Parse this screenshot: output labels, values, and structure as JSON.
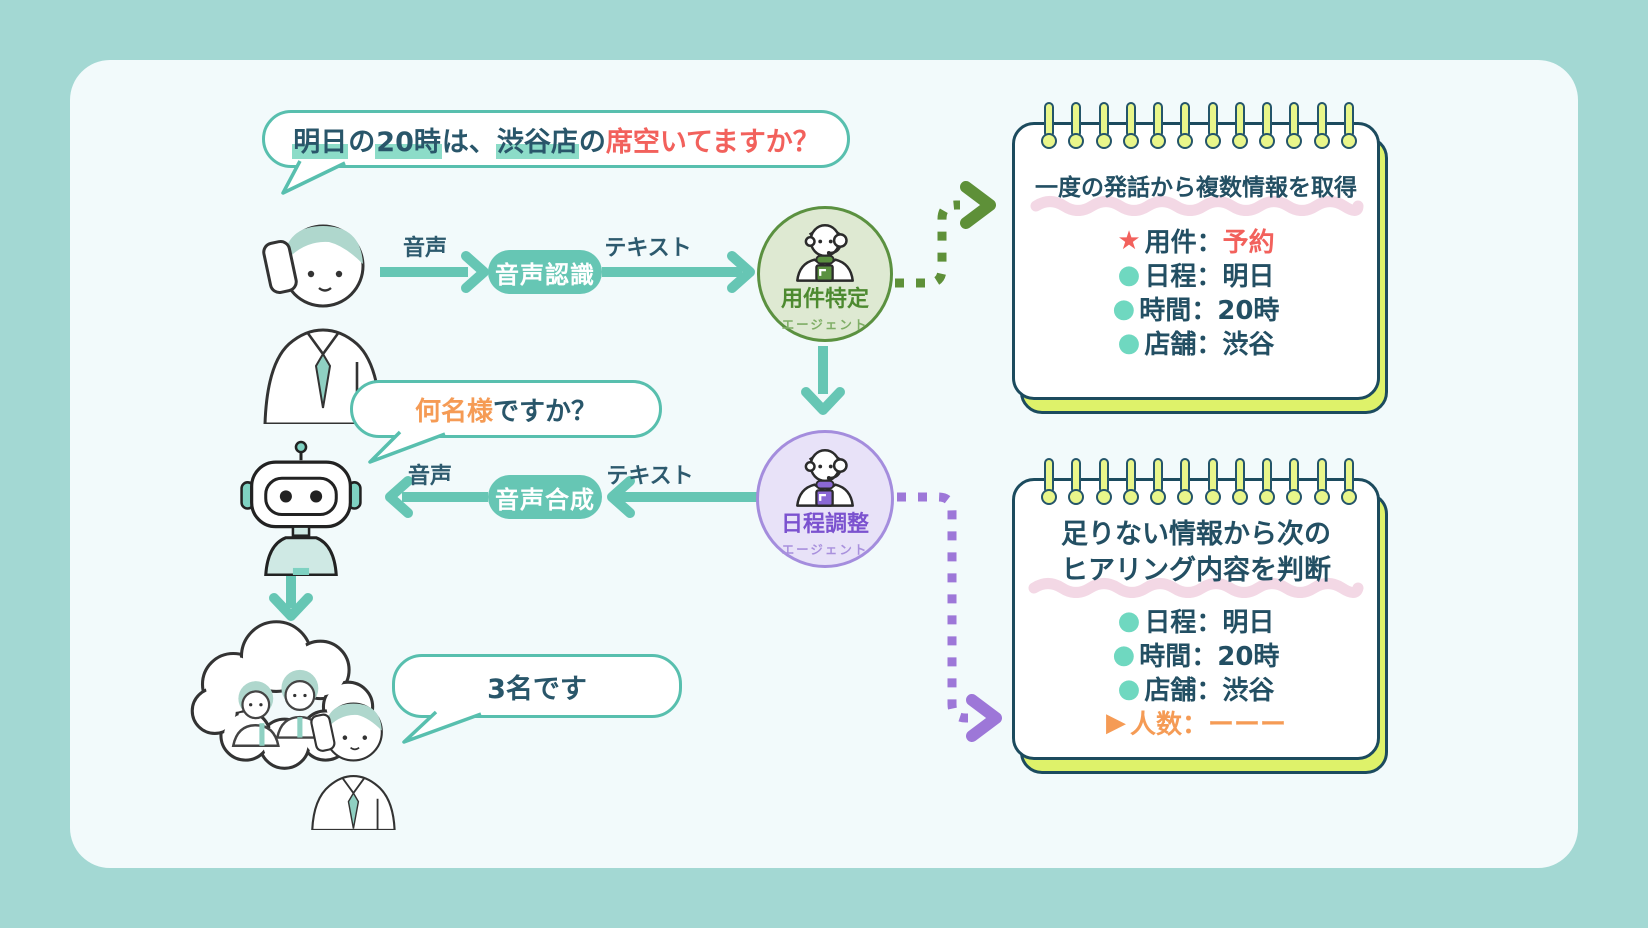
{
  "caller_bubble": {
    "part1": "明日",
    "part2": "の",
    "part3": "20時",
    "part4": "は、",
    "part5": "渋谷店",
    "part6": "の",
    "part7": "席空いてますか？"
  },
  "top_flow": {
    "input_label": "音声",
    "asr_pill": "音声認識",
    "output_label": "テキスト"
  },
  "intent_agent": {
    "name": "用件特定",
    "role": "エージェント"
  },
  "notepad1": {
    "title": "一度の発話から複数情報を取得",
    "items": [
      {
        "marker": "★",
        "label": "用件：",
        "value": "予約"
      },
      {
        "marker": "●",
        "label": "日程：",
        "value": "明日"
      },
      {
        "marker": "●",
        "label": "時間：",
        "value": "20時"
      },
      {
        "marker": "●",
        "label": "店舗：",
        "value": "渋谷"
      }
    ]
  },
  "schedule_agent": {
    "name": "日程調整",
    "role": "エージェント"
  },
  "bot_bubble": {
    "highlight": "何名様",
    "rest": "ですか？"
  },
  "bottom_flow": {
    "text_label": "テキスト",
    "tts_pill": "音声合成",
    "voice_label": "音声"
  },
  "customer_bubble": {
    "text": "3名です"
  },
  "notepad2": {
    "title_line1": "足りない情報から次の",
    "title_line2": "ヒアリング内容を判断",
    "items": [
      {
        "marker": "●",
        "label": "日程：",
        "value": "明日"
      },
      {
        "marker": "●",
        "label": "時間：",
        "value": "20時"
      },
      {
        "marker": "●",
        "label": "店舗：",
        "value": "渋谷"
      },
      {
        "marker": "▶",
        "label": "人数：",
        "value": "ーーー"
      }
    ]
  },
  "colors": {
    "background": "#a3d8d3",
    "canvas": "#f2fafb",
    "navy": "#29566a",
    "teal": "#66c6b4",
    "teal_highlight": "#8cdcc8",
    "red": "#f2615c",
    "orange": "#f59b55",
    "green": "#5b9140",
    "purple": "#8a68d4",
    "lime": "#e9f68a",
    "pink_wave": "#f3d8e5"
  }
}
